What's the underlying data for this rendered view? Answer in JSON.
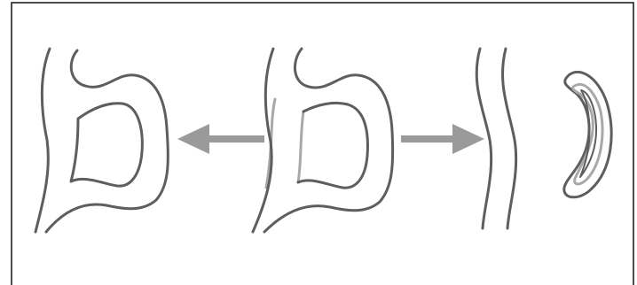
{
  "colors": {
    "background": "#ffffff",
    "frame": "#111111",
    "outline": "#5e5e5e",
    "seam": "#a8a8a8",
    "arrow": "#9a9a9a",
    "segment_fill": "#ffffff"
  },
  "panels": [
    {
      "name": "left-ring",
      "description": ""
    },
    {
      "name": "center-ring",
      "description": ""
    },
    {
      "name": "right-strip",
      "description": ""
    },
    {
      "name": "curved-segment",
      "description": ""
    }
  ],
  "arrows": [
    {
      "name": "arrow-left",
      "direction": "left"
    },
    {
      "name": "arrow-right",
      "direction": "right"
    }
  ]
}
